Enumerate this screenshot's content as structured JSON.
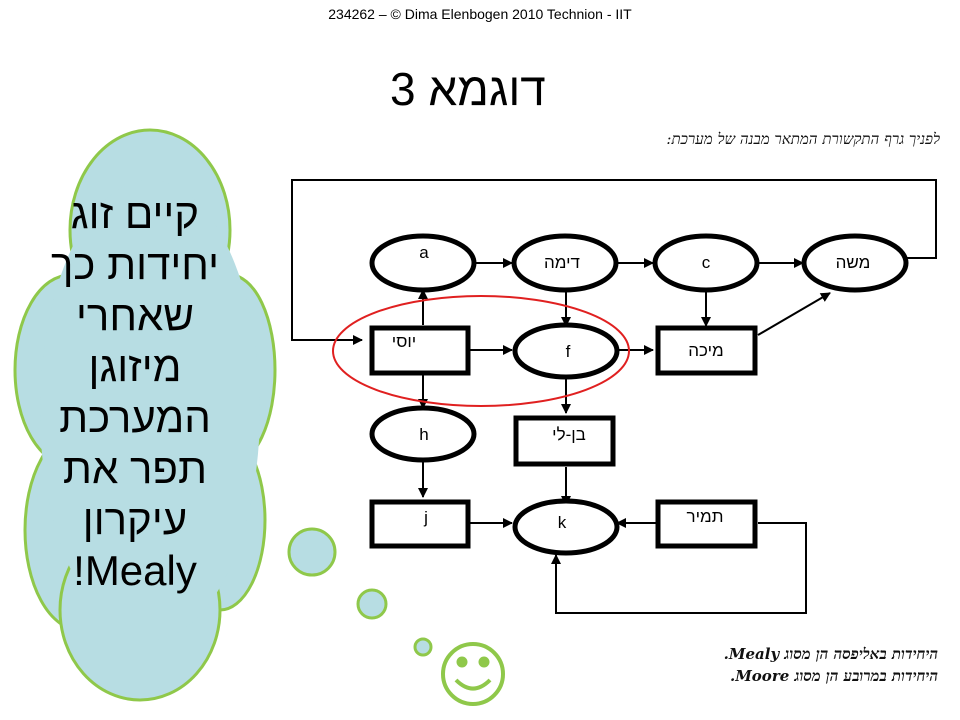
{
  "header": "234262 – © Dima Elenbogen 2010 Technion - IIT",
  "title": "דוגמא 3",
  "subtitle": "לפניך גרף התקשורת המתאר מבנה של מערכת:",
  "notes": [
    "היחידות באליפסה הן מסוג Mealy.",
    "היחידות במרובע הן מסוג Moore."
  ],
  "cloud": {
    "lines": [
      "קיים זוג",
      "יחידות כך",
      "שאחרי",
      "מיזוגן",
      "המערכת",
      "תפר את",
      "עיקרון",
      "Mealy!"
    ]
  },
  "diagram": {
    "nodes": {
      "a": "a",
      "dima": "דימה",
      "c": "c",
      "moshe": "משה",
      "yossi": "יוסי",
      "f": "f",
      "micha": "מיכה",
      "h": "h",
      "benli": "בן-לי",
      "j": "j",
      "k": "k",
      "tamir": "תמיר"
    }
  },
  "colors": {
    "cloud_fill": "#b7dde3",
    "cloud_stroke": "#8fc84a",
    "smiley": "#8fc84a",
    "highlight": "#e02020"
  }
}
